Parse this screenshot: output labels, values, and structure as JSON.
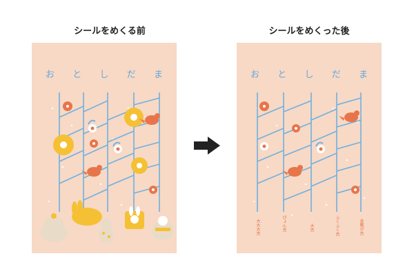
{
  "before": {
    "heading": "シールをめくる前",
    "title_chars": [
      "お",
      "と",
      "し",
      "だ",
      "ま"
    ]
  },
  "after": {
    "heading": "シールをめくった後",
    "title_chars": [
      "お",
      "と",
      "し",
      "だ",
      "ま"
    ],
    "labels": [
      "大大大吉",
      "ぴょん吉",
      "大吉",
      "ふくふく吉",
      "金鯉が吉"
    ]
  },
  "colors": {
    "card": "#f7d9c6",
    "ladder": "#6fb0e0",
    "title": "#6aa6d6",
    "flower_red": "#e8754a",
    "sticker_yellow": "#f5c033",
    "label": "#e8754a"
  },
  "icons": {
    "arrow": "arrow-right-icon",
    "bird": "bird-icon",
    "plum_flower": "plum-flower-icon",
    "rabbit": "rabbit-sticker-icon",
    "kagami_mochi": "kagami-mochi-icon",
    "gourd": "gourd-icon",
    "daruma": "daruma-icon"
  }
}
